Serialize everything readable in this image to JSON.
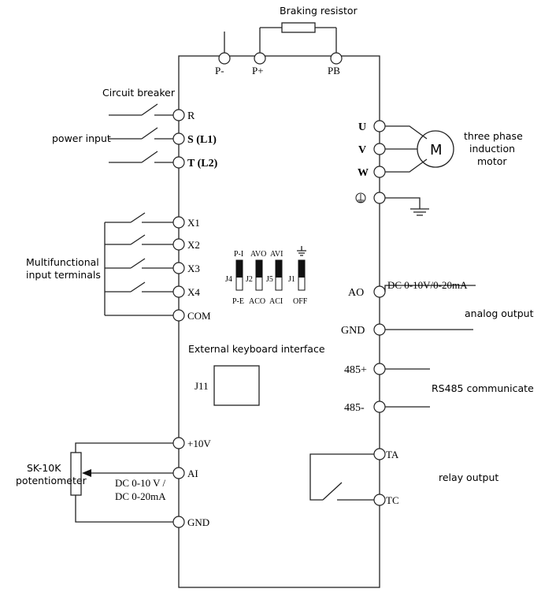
{
  "top": {
    "braking_resistor": "Braking resistor",
    "p_minus": "P-",
    "p_plus": "P+",
    "pb": "PB"
  },
  "power": {
    "circuit_breaker": "Circuit breaker",
    "power_input": "power input",
    "r": "R",
    "s": "S (L1)",
    "t": "T (L2)"
  },
  "inputs": {
    "label_line1": "Multifunctional",
    "label_line2": "input terminals",
    "terminals": [
      "X1",
      "X2",
      "X3",
      "X4",
      "COM"
    ]
  },
  "jumpers": [
    {
      "name": "J4",
      "top": "P-I",
      "bottom": "P-E"
    },
    {
      "name": "J2",
      "top": "AVO",
      "bottom": "ACO"
    },
    {
      "name": "J5",
      "top": "AVI",
      "bottom": "ACI"
    },
    {
      "name": "J1",
      "top": "⏚",
      "bottom": "OFF"
    }
  ],
  "keyboard": {
    "label": "External keyboard interface",
    "connector": "J11"
  },
  "analog_in": {
    "pot_line1": "SK-10K",
    "pot_line2": "potentiometer",
    "plus10v": "+10V",
    "ai": "AI",
    "range1": "DC  0-10 V /",
    "range2": "DC  0-20mA",
    "gnd": "GND"
  },
  "motor": {
    "u": "U",
    "v": "V",
    "w": "W",
    "m": "M",
    "line1": "three phase",
    "line2": "induction",
    "line3": "motor"
  },
  "outputs": {
    "ao": "AO",
    "ao_range": "DC 0-10V/0-20mA",
    "analog_output": "analog output",
    "gnd": "GND",
    "rs485_plus": "485+",
    "rs485_minus": "485-",
    "rs485_label": "RS485 communicate",
    "ta": "TA",
    "tc": "TC",
    "relay_output": "relay output"
  }
}
